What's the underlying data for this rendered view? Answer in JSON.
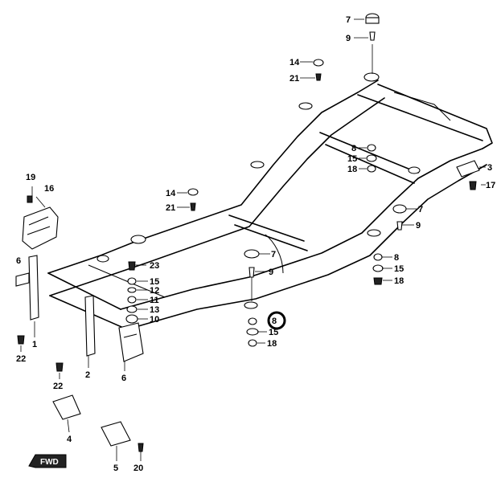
{
  "callouts": {
    "c1": "1",
    "c2": "2",
    "c3": "3",
    "c4": "4",
    "c5": "5",
    "c6a": "6",
    "c6b": "6",
    "c7a": "7",
    "c7b": "7",
    "c7c": "7",
    "c8a": "8",
    "c8b": "8",
    "c8c": "8",
    "c9a": "9",
    "c9b": "9",
    "c9c": "9",
    "c10": "10",
    "c11": "11",
    "c12": "12",
    "c13": "13",
    "c14a": "14",
    "c14b": "14",
    "c15a": "15",
    "c15b": "15",
    "c15c": "15",
    "c15d": "15",
    "c16": "16",
    "c17": "17",
    "c18a": "18",
    "c18b": "18",
    "c18c": "18",
    "c19": "19",
    "c20": "20",
    "c21a": "21",
    "c21b": "21",
    "c22a": "22",
    "c22b": "22",
    "c23": "23"
  },
  "direction_badge": "FWD",
  "colors": {
    "line": "#000000",
    "background": "#ffffff"
  }
}
